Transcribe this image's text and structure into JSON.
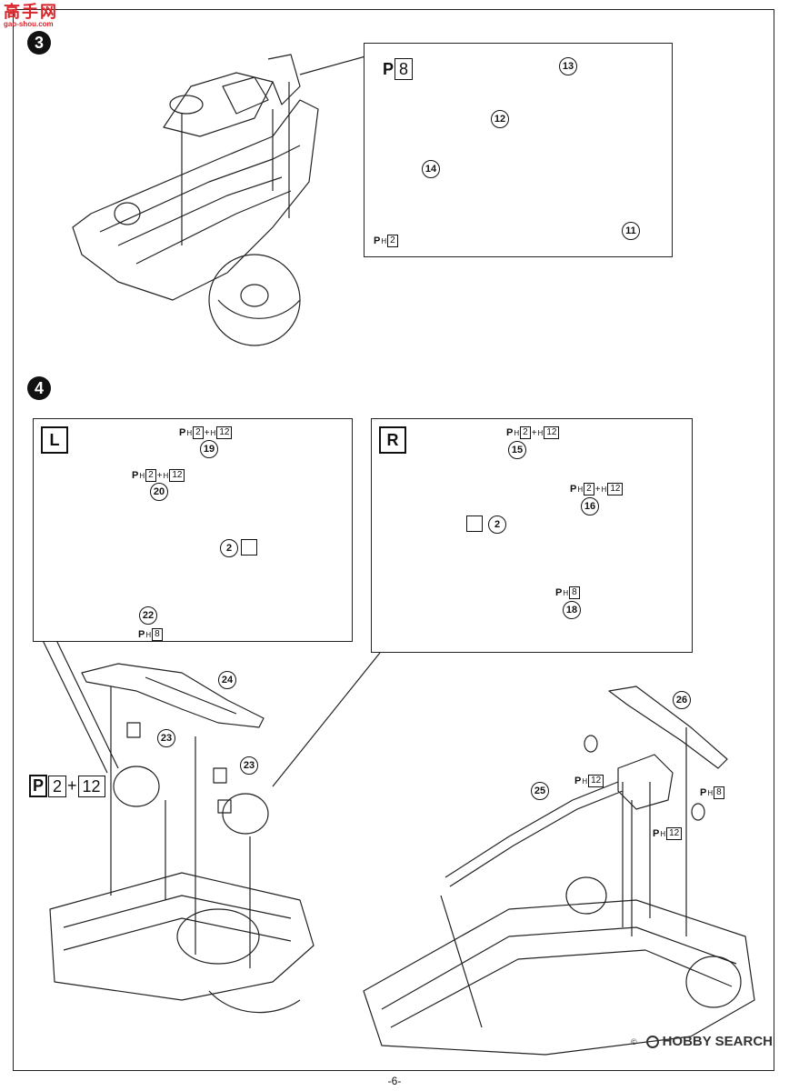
{
  "watermark": {
    "text": "高手网",
    "url": "gao-shou.com"
  },
  "steps": {
    "step3": "3",
    "step4": "4"
  },
  "step3_inset": {
    "runner_ph8": "8",
    "parts": {
      "p11": "11",
      "p12": "12",
      "p13": "13",
      "p14": "14"
    },
    "runner_ph2": "2"
  },
  "step4_left": {
    "tag": "L",
    "runner_19": {
      "a": "2",
      "b": "12"
    },
    "runner_20": {
      "a": "2",
      "b": "12"
    },
    "parts": {
      "p19": "19",
      "p20": "20",
      "p22": "22",
      "p2": "2"
    },
    "runner_22": "8"
  },
  "step4_right": {
    "tag": "R",
    "runner_15": {
      "a": "2",
      "b": "12"
    },
    "runner_16": {
      "a": "2",
      "b": "12"
    },
    "parts": {
      "p15": "15",
      "p16": "16",
      "p18": "18",
      "p2": "2"
    },
    "runner_18": "8"
  },
  "step4_main": {
    "parts": {
      "p23a": "23",
      "p23b": "23",
      "p24": "24",
      "p25": "25",
      "p26": "26"
    },
    "runner_big": {
      "a": "2",
      "b": "12"
    },
    "runner_12a": "12",
    "runner_8": "8",
    "runner_12b": "12"
  },
  "footer": {
    "page_number": "-6-",
    "brand": "HOBBY SEARCH",
    "copyright": "©"
  }
}
